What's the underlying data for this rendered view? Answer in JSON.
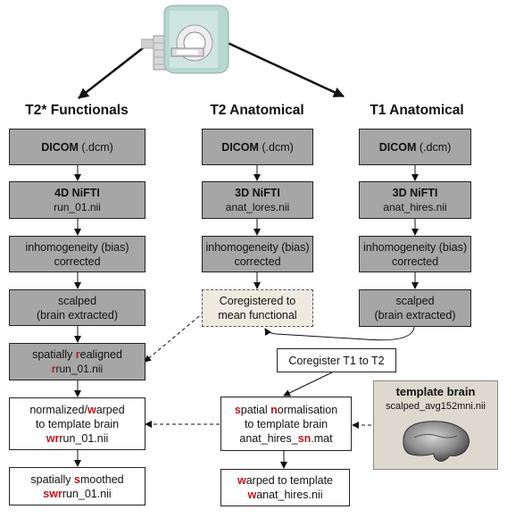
{
  "headings": {
    "func": "T2* Functionals",
    "t2": "T2 Anatomical",
    "t1": "T1 Anatomical"
  },
  "func": {
    "dicom_bold": "DICOM",
    "dicom_ext": " (.dcm)",
    "nifti_title": "4D NiFTI",
    "nifti_file": "run_01.nii",
    "bias_l1": "inhomogeneity (bias)",
    "bias_l2": "corrected",
    "scalp_l1": "scalped",
    "scalp_l2": "(brain extracted)",
    "realign_pre": "spatially ",
    "realign_red": "r",
    "realign_post": "ealigned",
    "realign_file_red": "r",
    "realign_file_post": "run_01.nii",
    "norm_pre": "normalized/",
    "norm_red": "w",
    "norm_post": "arped",
    "norm_l2": "to template brain",
    "norm_file_red": "wr",
    "norm_file_post": "run_01.nii",
    "smooth_pre": "spatially ",
    "smooth_red": "s",
    "smooth_post": "moothed",
    "smooth_file_red": "swr",
    "smooth_file_post": "run_01.nii"
  },
  "t2": {
    "dicom_bold": "DICOM",
    "dicom_ext": " (.dcm)",
    "nifti_title": "3D NiFTI",
    "nifti_file": "anat_lores.nii",
    "bias_l1": "inhomogeneity (bias)",
    "bias_l2": "corrected",
    "coreg_l1": "Coregistered to",
    "coreg_l2": "mean functional"
  },
  "t1": {
    "dicom_bold": "DICOM",
    "dicom_ext": " (.dcm)",
    "nifti_title": "3D NiFTI",
    "nifti_file": "anat_hires.nii",
    "bias_l1": "inhomogeneity (bias)",
    "bias_l2": "corrected",
    "scalp_l1": "scalped",
    "scalp_l2": "(brain extracted)"
  },
  "coreg_t1_t2": "Coregister T1 to T2",
  "spatial": {
    "s_red": "s",
    "s_post": "patial ",
    "n_red": "n",
    "n_post": "ormalisation",
    "l2": "to template brain",
    "file_pre": "anat_hires_",
    "file_red": "sn",
    "file_post": ".mat"
  },
  "warped": {
    "w_red": "w",
    "w_post": "arped to template",
    "file_red": "w",
    "file_post": "anat_hires.nii"
  },
  "template": {
    "title": "template brain",
    "file": "scalped_avg152mni.nii"
  },
  "colors": {
    "box_gray": "#a6a6a6",
    "highlight_red": "#c0141c",
    "dashed_fill": "#eeeae0",
    "template_fill": "#ded9cf"
  },
  "icons": {
    "scanner": "mri-scanner-icon",
    "brain": "brain-render-icon"
  }
}
